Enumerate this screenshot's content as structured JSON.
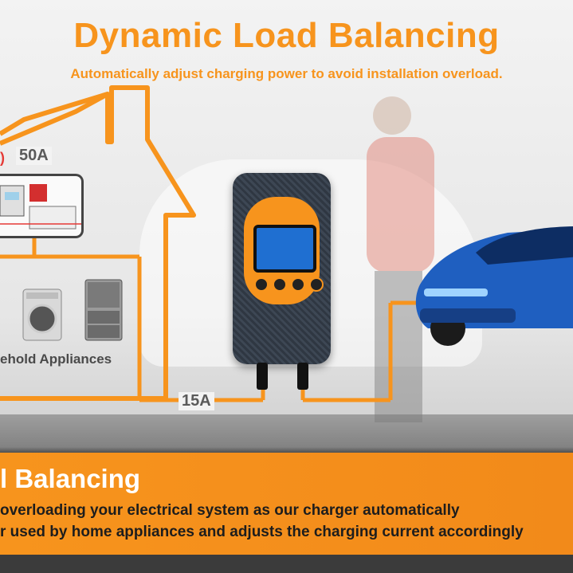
{
  "headline": "Dynamic Load Balancing",
  "subheadline": "Automatically adjust charging power to avoid installation overload.",
  "house": {
    "main_current": "50A",
    "appliances_label": "ehold Appliances"
  },
  "charger": {
    "current": "15A"
  },
  "banner": {
    "title": "l Balancing",
    "line1": "overloading your electrical system as our charger automatically",
    "line2": "r used by home appliances and adjusts the charging current accordingly"
  },
  "colors": {
    "accent": "#f7941d",
    "text_dark": "#1d1d1d",
    "banner": "#f7941d"
  }
}
